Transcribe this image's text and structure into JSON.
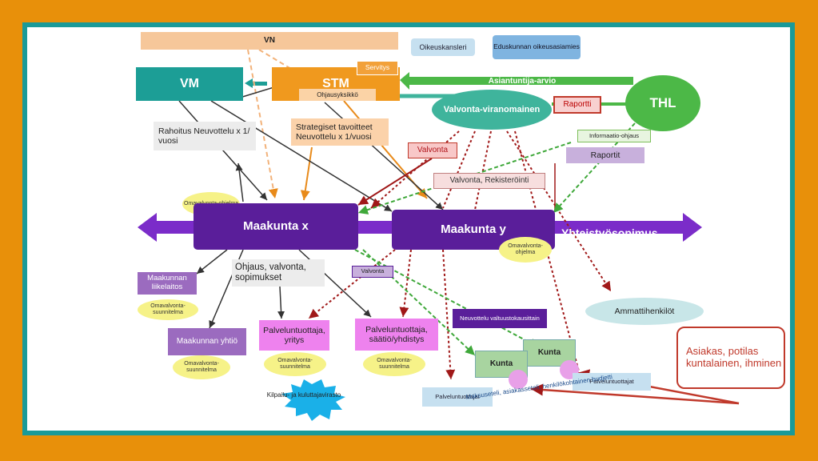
{
  "labels": {
    "vn": "VN",
    "oikeuskansleri": "Oikeuskansleri",
    "eduskunnan": "Eduskunnan oikeusasiamies",
    "vm": "VM",
    "stm": "STM",
    "servitys": "Servitys",
    "ohjausyksikko": "Ohjausyksikkö",
    "asiantuntija": "Asiantuntija-arvio",
    "thl": "THL",
    "valvontaviranomainen": "Valvonta-viranomainen",
    "raportti": "Raportti",
    "rahoitus": "Rahoitus Neuvottelu x 1/ vuosi",
    "strategiset": "Strategiset tavoitteet Neuvottelu x 1/vuosi",
    "informaatio": "Informaatio-ohjaus",
    "valvonta": "Valvonta",
    "raportit": "Raportit",
    "valvonta_rek": "Valvonta, Rekisteröinti",
    "omavalvonta_ohjelma": "Omavalvonta-ohjelma",
    "maakunta_x": "Maakunta x",
    "maakunta_y": "Maakunta y",
    "yhteistyo": "Yhteistyösopimus",
    "ohjaus_valvonta": "Ohjaus, valvonta, sopimukset",
    "valvonta_small": "Valvonta",
    "maakunnan_liikelaitos": "Maakunnan liikelaitos",
    "omavalvonta_suunnitelma": "Omavalvonta-suunnitelma",
    "neuvottelu": "Neuvottelu valtuustokausittain",
    "ammattihenkilot": "Ammattihenkilöt",
    "maakunnan_yhtio": "Maakunnan yhtiö",
    "palveluntuottaja_yritys": "Palveluntuottaja, yritys",
    "palveluntuottaja_saatio": "Palveluntuottaja, säätiö/yhdistys",
    "kunta": "Kunta",
    "palveluntuottajat": "Palveluntuottajat",
    "kilpailu": "Kilpailu- ja kuluttajavirasto",
    "asiakas": "Asiakas, potilas kuntalainen, ihminen",
    "maksuseteli": "Maksuseteli, asiakasseteli, henkilökohtainen budjetti"
  },
  "colors": {
    "frame_outer": "#e8900a",
    "frame_inner": "#1a9a98",
    "maakunta": "#5a1e9a",
    "stm": "#f0991e",
    "vm": "#1c9e96",
    "thl": "#4cb847",
    "highlight": "#c0392b"
  }
}
